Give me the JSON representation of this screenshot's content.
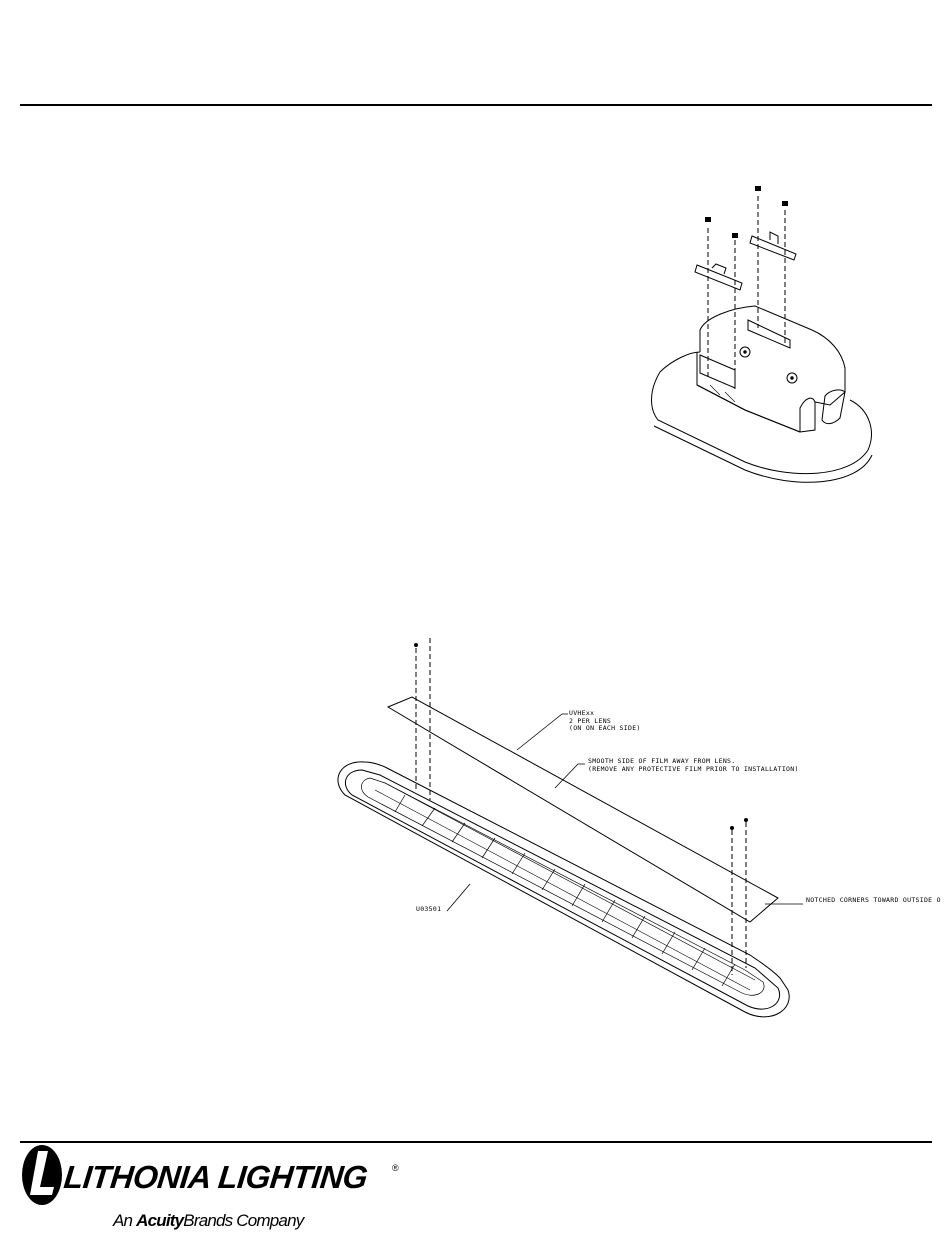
{
  "callouts": {
    "lens_film_part": "UVHExx",
    "lens_film_qty": "2 PER LENS",
    "lens_film_side": "(ON ON EACH SIDE)",
    "film_orientation": "SMOOTH SIDE OF FILM AWAY FROM LENS.",
    "film_protective": "(REMOVE ANY PROTECTIVE FILM PRIOR TO INSTALLATION)",
    "notched_corners": "NOTCHED CORNERS TOWARD OUTSIDE O",
    "lens_part": "U03501"
  },
  "logo": {
    "name": "LITHONIA LIGHTING",
    "registered": "®",
    "sub_prefix": "An",
    "sub_brand": "Acuity",
    "sub_suffix": "Brands Company"
  }
}
